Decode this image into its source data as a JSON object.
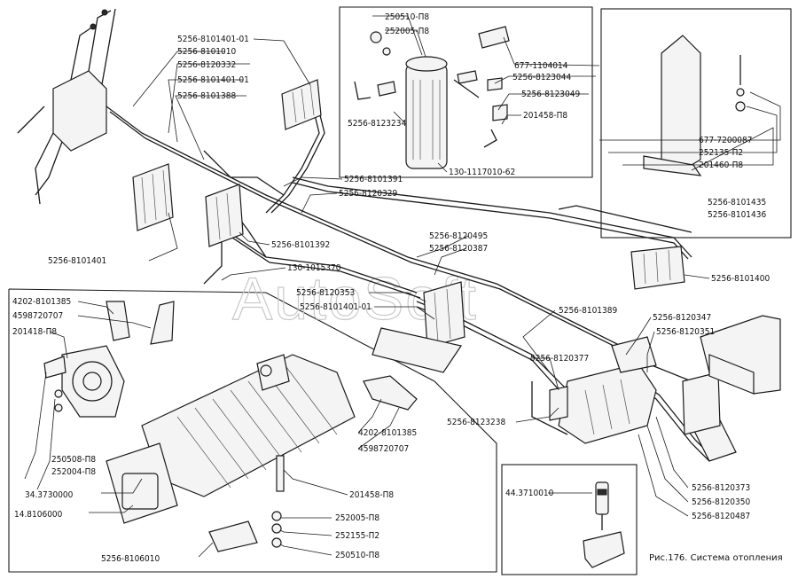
{
  "caption": "Рис.176. Система отопления",
  "watermark": "AutoSoft",
  "labels": {
    "top_left": [
      "5256-8101401-01",
      "5256-8101010",
      "5256-8120332",
      "5256-8101401-01",
      "5256-8101388"
    ],
    "filter_box": [
      "250510-П8",
      "252005-П8",
      "677-1104014",
      "5256-8123044",
      "5256-8123049",
      "5256-8123234",
      "201458-П8",
      "130-1117010-62"
    ],
    "bracket_box": [
      "677-7200087",
      "252135-П2",
      "201460-П8",
      "5256-8101435",
      "5256-8101436"
    ],
    "middle": [
      "5256-8101391",
      "5256-8120329",
      "5256-8101392",
      "5256-8101401",
      "130-1015370",
      "5256-8120495",
      "5256-8120387",
      "5256-8120353",
      "5256-8101401-01",
      "5256-8101400",
      "5256-8101389",
      "5256-8120347",
      "5256-8120351",
      "5256-8120377",
      "5256-8123238"
    ],
    "heater_box": [
      "4202-8101385",
      "4598720707",
      "201418-П8",
      "250508-П8",
      "252004-П8",
      "34.3730000",
      "14.8106000",
      "5256-8106010"
    ],
    "heater_right": [
      "4202-8101385",
      "4598720707",
      "201458-П8",
      "252005-П8",
      "252155-П2",
      "250510-П8"
    ],
    "lower_right": [
      "5256-8120373",
      "5256-8120350",
      "5256-8120487"
    ],
    "sensor_box": [
      "44.3710010"
    ]
  }
}
